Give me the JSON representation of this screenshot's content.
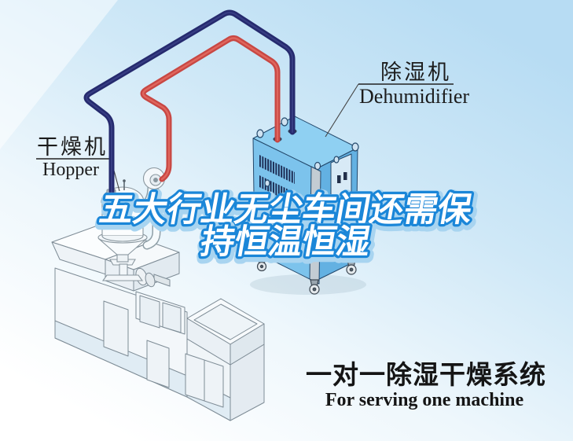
{
  "illustration": {
    "labels": {
      "hopper_cn": "干燥机",
      "hopper_en": "Hopper",
      "dehumidifier_cn": "除湿机",
      "dehumidifier_en": "Dehumidifier"
    },
    "title": {
      "line1": "五大行业无尘车间还需保",
      "line2": "持恒温恒湿"
    },
    "caption": {
      "cn": "一对一除湿干燥系统",
      "en": "For serving one machine"
    },
    "colors": {
      "sky_blue": "#bfe0f4",
      "title_fill": "#ffffff",
      "title_outline": "#1a86d8",
      "title_glow": "#a8d4f0",
      "pipe_cold_navy": "#252a6e",
      "pipe_hot_red": "#c84743",
      "dehumidifier_body": "#7cc3ec",
      "machine_body": "#f3f7fa"
    }
  }
}
